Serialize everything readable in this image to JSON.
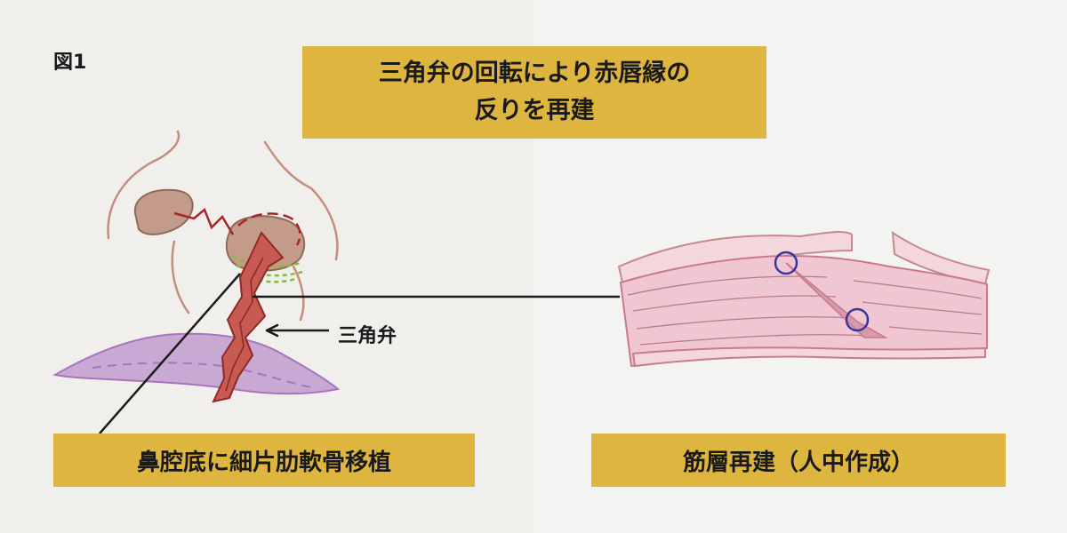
{
  "figure_label": "図1",
  "title": {
    "line1": "三角弁の回転により赤唇縁の",
    "line2": "反りを再建"
  },
  "pointer_label": "三角弁",
  "bottom_left_caption": "鼻腔底に細片肋軟骨移植",
  "bottom_right_caption": "筋層再建（人中作成）",
  "colors": {
    "label_box": "#ddb53f",
    "left_bg": "#f1efec",
    "right_bg": "#f3f3f2",
    "muscle": "#efc6d2",
    "flap": "#c75a52",
    "cartilage_graft": "#7fbf3a",
    "suture": "#3a36a0"
  }
}
